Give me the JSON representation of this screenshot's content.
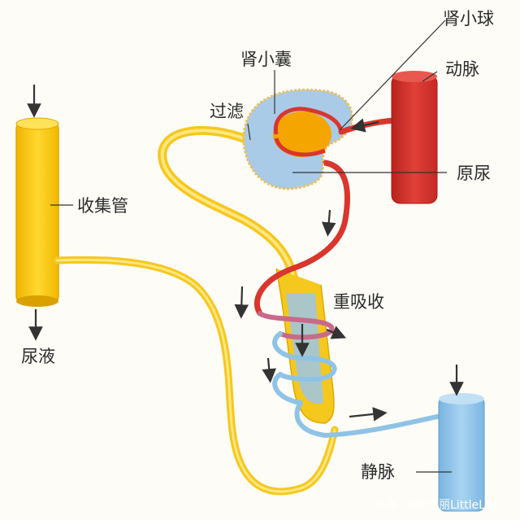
{
  "labels": {
    "glomerulus": "肾小球",
    "capsule": "肾小囊",
    "filtration": "过滤",
    "artery": "动脉",
    "primary_urine": "原尿",
    "collecting_duct": "收集管",
    "reabsorption": "重吸收",
    "urine": "尿液",
    "vein": "静脉"
  },
  "watermark": {
    "platform": "头条",
    "author": "@徐小丽LittleLily"
  },
  "colors": {
    "tubule": "#f5c81e",
    "artery": "#d9362e",
    "vein": "#8fc3e6",
    "capsule": "#a9cbe8"
  }
}
